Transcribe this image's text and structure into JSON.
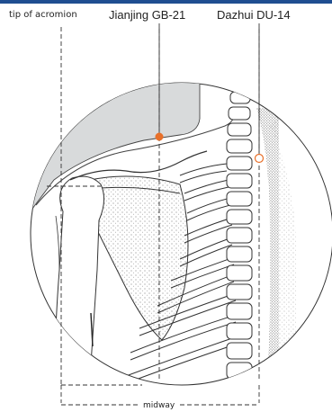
{
  "labels": {
    "acromion": "tip of acromion",
    "jianjing": "Jianjing GB-21",
    "dazhui": "Dazhui DU-14",
    "midway": "midway"
  },
  "colors": {
    "header_bar": "#1f4e91",
    "acupoint_fill": "#e8702a",
    "shadow_gray": "#d8dadb",
    "line": "#333333"
  }
}
